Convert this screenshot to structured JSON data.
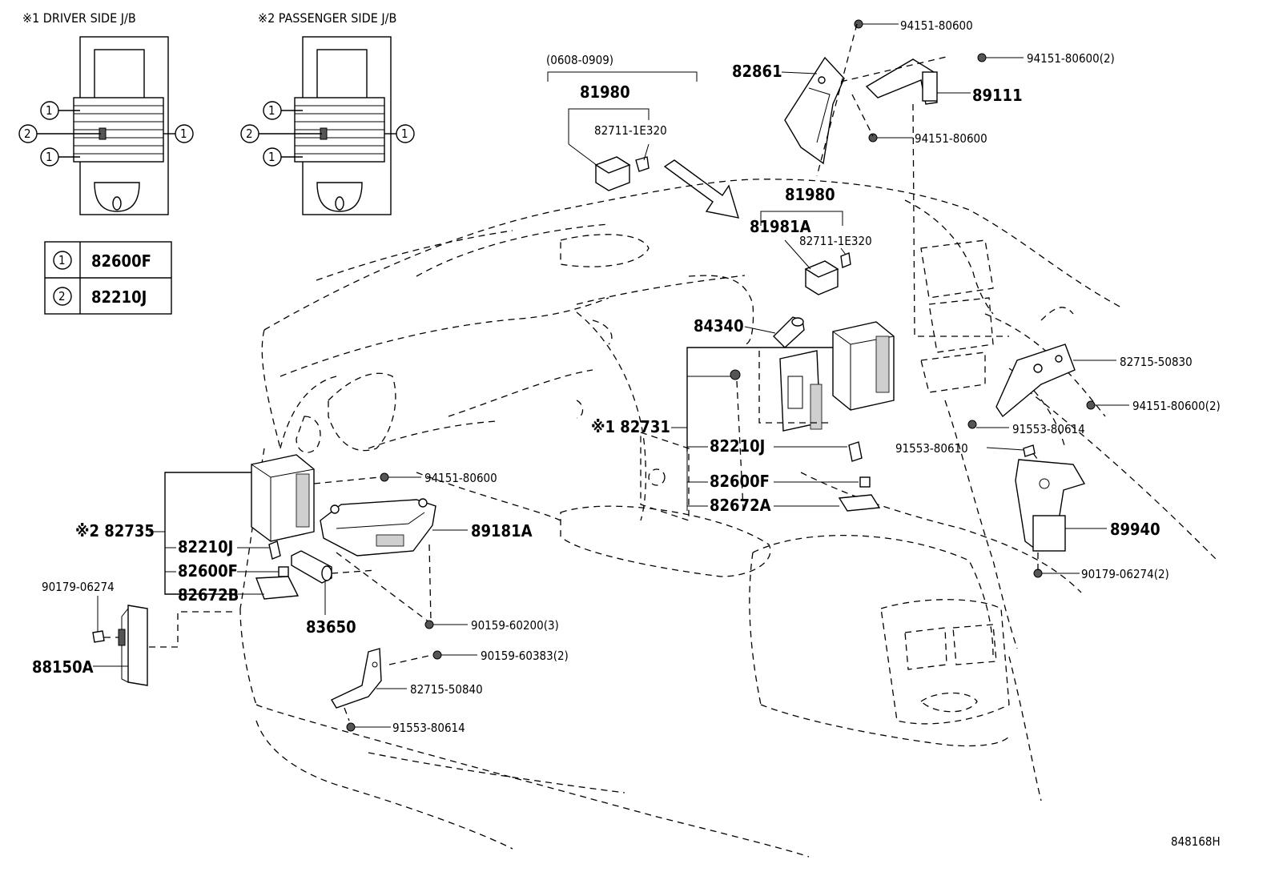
{
  "header": {
    "driver_jb": "※1 DRIVER SIDE J/B",
    "passenger_jb": "※2 PASSENGER SIDE J/B"
  },
  "legend": {
    "rows": [
      {
        "mark": "1",
        "part": "82600F"
      },
      {
        "mark": "2",
        "part": "82210J"
      }
    ]
  },
  "jb_marks": {
    "one": "1",
    "two": "2"
  },
  "date_range": "(0608-0909)",
  "labels": {
    "p81980_top": "81980",
    "p82711_top": "82711-1E320",
    "p81980_mid": "81980",
    "p81981A": "81981A",
    "p82711_mid": "82711-1E320",
    "p82861": "82861",
    "p94151_a": "94151-80600",
    "p94151_b": "94151-80600(2)",
    "p89111": "89111",
    "p94151_c": "94151-80600",
    "p84340": "84340",
    "p82715_50830": "82715-50830",
    "p94151_d": "94151-80600(2)",
    "p91553_80614_r": "91553-80614",
    "p91553_80610": "91553-80610",
    "p82731": "※1 82731",
    "p82210J_c": "82210J",
    "p82600F_c": "82600F",
    "p82672A": "82672A",
    "p89940": "89940",
    "p90179_r": "90179-06274(2)",
    "p94151_e": "94151-80600",
    "p82735": "※2 82735",
    "p82210J_l": "82210J",
    "p82600F_l": "82600F",
    "p82672B": "82672B",
    "p89181A": "89181A",
    "p83650": "83650",
    "p90179_l": "90179-06274",
    "p88150A": "88150A",
    "p90159_60200": "90159-60200(3)",
    "p90159_60383": "90159-60383(2)",
    "p82715_50840": "82715-50840",
    "p91553_80614_b": "91553-80614"
  },
  "diagram_id": "848168H"
}
